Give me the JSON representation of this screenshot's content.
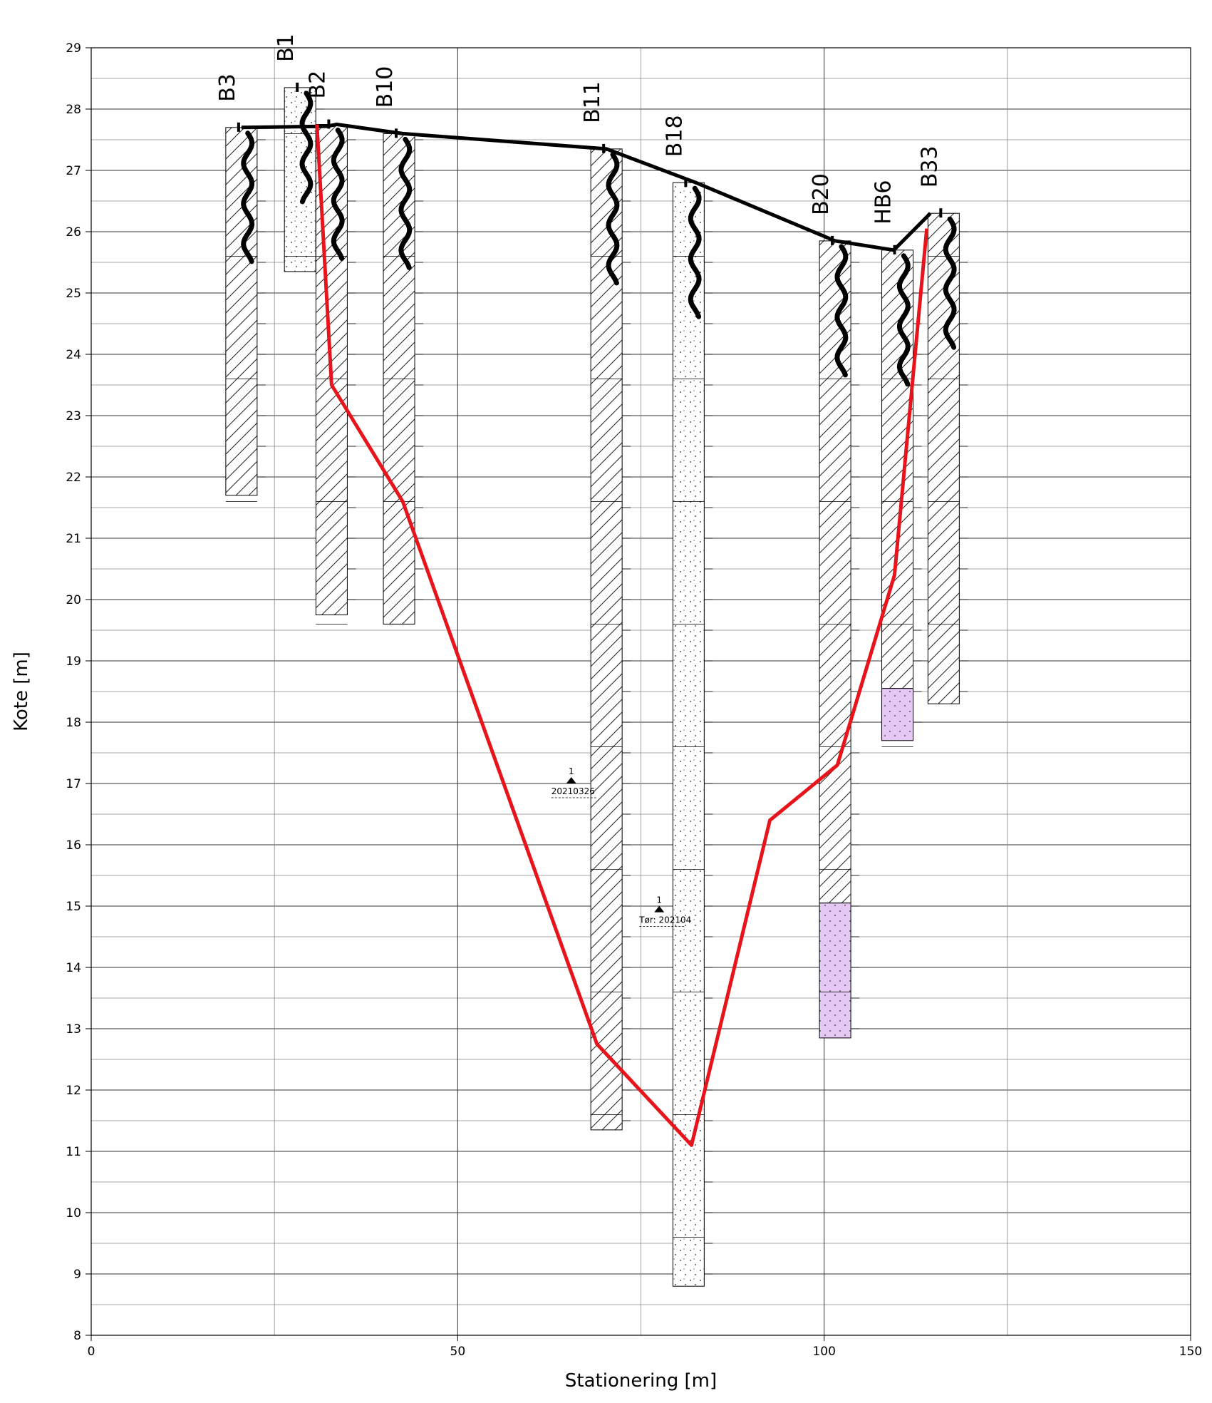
{
  "chart_data": {
    "type": "line",
    "xlabel": "Stationering [m]",
    "ylabel": "Kote [m]",
    "xlim": [
      0,
      150
    ],
    "ylim": [
      8,
      29
    ],
    "x_major_ticks": [
      0,
      50,
      100,
      150
    ],
    "y_ticks": [
      8,
      9,
      10,
      11,
      12,
      13,
      14,
      15,
      16,
      17,
      18,
      19,
      20,
      21,
      22,
      23,
      24,
      25,
      26,
      27,
      28,
      29
    ],
    "grid": true,
    "colors": {
      "terrain": "#000000",
      "red_line": "#e8141b",
      "pink_layer": "#e6c8f5"
    },
    "series": [
      {
        "x": [
          20.5,
          32.2,
          33.5,
          42.5,
          70.3,
          82.5,
          101.5,
          109.5,
          114.5
        ],
        "y": [
          27.7,
          27.72,
          27.75,
          27.6,
          27.35,
          26.8,
          25.85,
          25.7,
          26.3
        ]
      },
      {
        "x": [
          30.8,
          32.8,
          42.5,
          69.0,
          81.9,
          92.6,
          101.8,
          109.6,
          114.0
        ],
        "y": [
          27.75,
          23.5,
          21.6,
          12.75,
          11.1,
          16.4,
          17.3,
          20.4,
          26.05
        ]
      }
    ],
    "boreholes": [
      {
        "name": "B3",
        "x": 20.5,
        "top": 27.7,
        "bottom": 21.7,
        "pattern": "hatch"
      },
      {
        "name": "B1",
        "x": 28.5,
        "top": 28.35,
        "bottom": 25.35,
        "pattern": "sand"
      },
      {
        "name": "B2",
        "x": 32.8,
        "top": 27.75,
        "bottom": 19.75,
        "pattern": "hatch"
      },
      {
        "name": "B10",
        "x": 42.0,
        "top": 27.6,
        "bottom": 19.6,
        "pattern": "hatch"
      },
      {
        "name": "B11",
        "x": 70.3,
        "top": 27.35,
        "bottom": 11.35,
        "pattern": "hatch"
      },
      {
        "name": "B18",
        "x": 81.5,
        "top": 26.8,
        "bottom": 8.8,
        "pattern": "sand"
      },
      {
        "name": "B20",
        "x": 101.5,
        "top": 25.85,
        "bottom": 12.85,
        "pattern": "hatch",
        "pink_top": 15.05
      },
      {
        "name": "HB6",
        "x": 110.0,
        "top": 25.7,
        "bottom": 17.7,
        "pattern": "hatch",
        "pink_top": 18.55
      },
      {
        "name": "B33",
        "x": 116.3,
        "top": 26.3,
        "bottom": 18.3,
        "pattern": "hatch"
      }
    ],
    "annotations": [
      {
        "number": "1",
        "text": "20210326",
        "x": 65.5,
        "y": 17.0
      },
      {
        "number": "1",
        "text": "Tør: 202104",
        "x": 77.5,
        "y": 14.9
      }
    ]
  }
}
